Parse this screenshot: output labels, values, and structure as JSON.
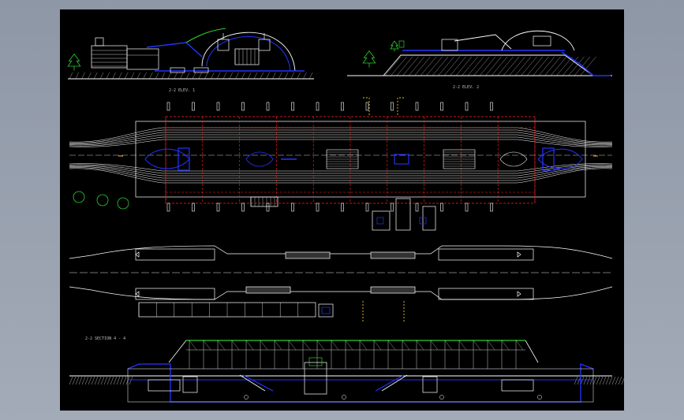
{
  "drawing": {
    "background": "#000000",
    "colors": {
      "white": "#ffffff",
      "blue": "#2433ff",
      "green": "#2bd02b",
      "red": "#ff2020",
      "yellow": "#f0c020",
      "cyan": "#58c8ff",
      "grey": "#8c8c8c"
    },
    "labels": {
      "plan_caption": "2-2 ELEV. 1",
      "elev_caption": "2-2 ELEV. 2",
      "section_caption": "2-2 SECTION 4 - 4"
    },
    "views": [
      "front-elevation",
      "side-elevation",
      "station-plan",
      "track-plan",
      "longitudinal-section"
    ]
  }
}
